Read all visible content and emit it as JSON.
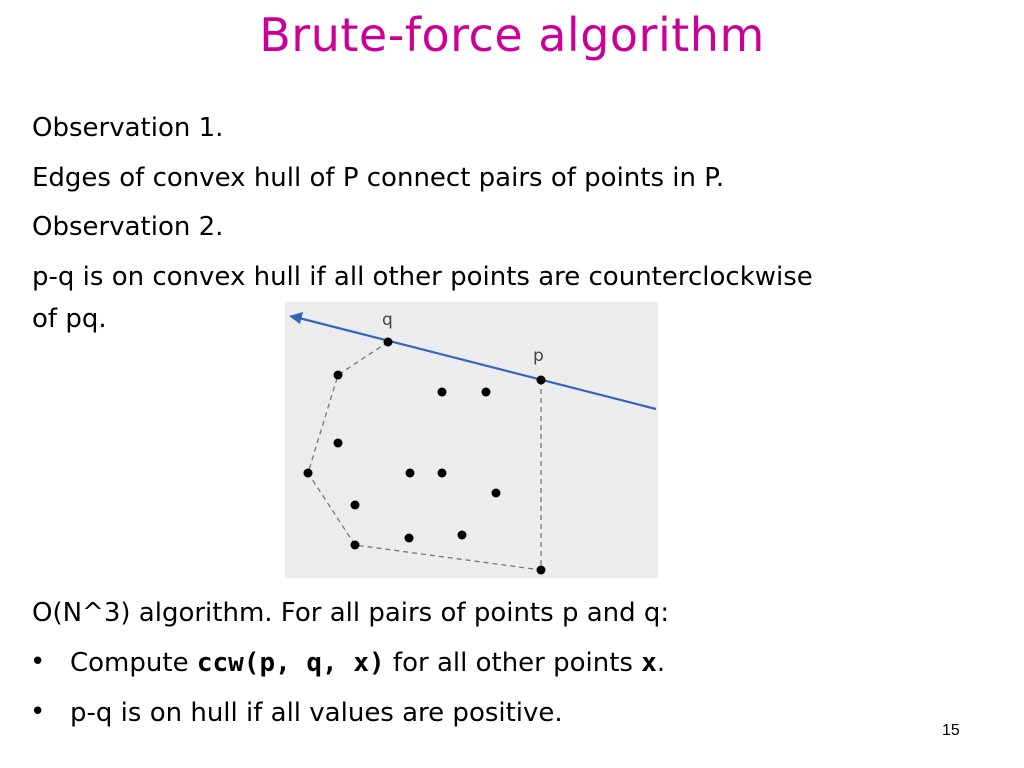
{
  "title": "Brute-force algorithm",
  "obs1_head": "Observation 1.",
  "obs1_text": "Edges of convex hull of P connect pairs of points in P.",
  "obs2_head": "Observation 2.",
  "obs2_line1": "p-q is on convex hull if all other points are counterclockwise",
  "obs2_line2": "of pq.",
  "figure": {
    "label_q": "q",
    "label_p": "p",
    "line_color": "#3366bb",
    "background": "#ececec"
  },
  "algo_intro": "O(N^3) algorithm. For all pairs of points p and q:",
  "bullet_mark": "•",
  "bullet1": {
    "pre": "Compute ",
    "code": "ccw(p, q, x)",
    "mid": " for all other points ",
    "var": "x",
    "end": "."
  },
  "bullet2": "p-q is on hull if all values are positive.",
  "page_number": "15"
}
